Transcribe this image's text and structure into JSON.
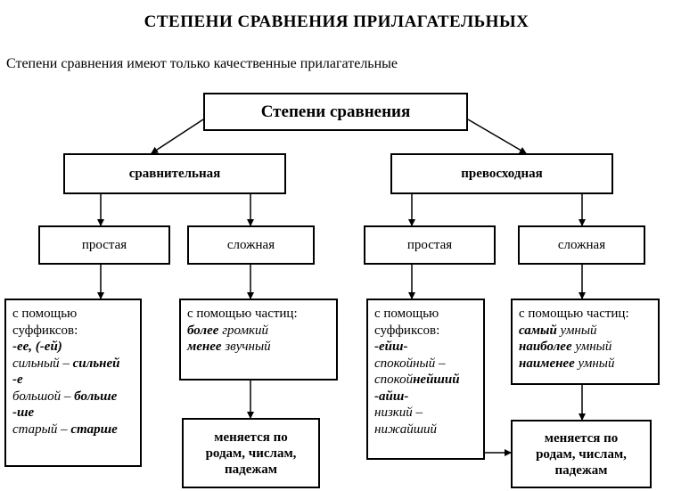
{
  "title": "СТЕПЕНИ СРАВНЕНИЯ ПРИЛАГАТЕЛЬНЫХ",
  "subtitle": "Степени сравнения имеют только качественные прилагательные",
  "root": "Степени сравнения",
  "comparative": {
    "label": "сравнительная",
    "simple": {
      "label": "простая",
      "lines": [
        {
          "parts": [
            {
              "t": "с помощью",
              "s": "n"
            }
          ]
        },
        {
          "parts": [
            {
              "t": "суффиксов:",
              "s": "n"
            }
          ]
        },
        {
          "parts": [
            {
              "t": "-ее, (-ей)",
              "s": "bi"
            }
          ]
        },
        {
          "parts": [
            {
              "t": "сильный – ",
              "s": "i"
            },
            {
              "t": "сильней",
              "s": "bi"
            }
          ]
        },
        {
          "parts": [
            {
              "t": "-е",
              "s": "bi"
            }
          ]
        },
        {
          "parts": [
            {
              "t": "большой – ",
              "s": "i"
            },
            {
              "t": "больше",
              "s": "bi"
            }
          ]
        },
        {
          "parts": [
            {
              "t": "-ше",
              "s": "bi"
            }
          ]
        },
        {
          "parts": [
            {
              "t": "старый – ",
              "s": "i"
            },
            {
              "t": "старше",
              "s": "bi"
            }
          ]
        }
      ]
    },
    "complex": {
      "label": "сложная",
      "lines": [
        {
          "parts": [
            {
              "t": "с помощью частиц:",
              "s": "n"
            }
          ]
        },
        {
          "parts": [
            {
              "t": "более ",
              "s": "bi"
            },
            {
              "t": "громкий",
              "s": "i"
            }
          ]
        },
        {
          "parts": [
            {
              "t": "менее ",
              "s": "bi"
            },
            {
              "t": "звучный",
              "s": "i"
            }
          ]
        }
      ],
      "result": [
        "меняется по",
        "родам, числам,",
        "падежам"
      ]
    }
  },
  "superlative": {
    "label": "превосходная",
    "simple": {
      "label": "простая",
      "lines": [
        {
          "parts": [
            {
              "t": "с помощью",
              "s": "n"
            }
          ]
        },
        {
          "parts": [
            {
              "t": "суффиксов:",
              "s": "n"
            }
          ]
        },
        {
          "parts": [
            {
              "t": "-ейш-",
              "s": "bi"
            }
          ]
        },
        {
          "parts": [
            {
              "t": "спокойный –",
              "s": "i"
            }
          ]
        },
        {
          "parts": [
            {
              "t": "спокой",
              "s": "i"
            },
            {
              "t": "нейший",
              "s": "bi"
            }
          ]
        },
        {
          "parts": [
            {
              "t": "-айш-",
              "s": "bi"
            }
          ]
        },
        {
          "parts": [
            {
              "t": "низкий –",
              "s": "i"
            }
          ]
        },
        {
          "parts": [
            {
              "t": "нижайший",
              "s": "i"
            }
          ]
        }
      ]
    },
    "complex": {
      "label": "сложная",
      "lines": [
        {
          "parts": [
            {
              "t": "с помощью частиц:",
              "s": "n"
            }
          ]
        },
        {
          "parts": [
            {
              "t": "самый ",
              "s": "bi"
            },
            {
              "t": "умный",
              "s": "i"
            }
          ]
        },
        {
          "parts": [
            {
              "t": "наиболее ",
              "s": "bi"
            },
            {
              "t": "умный",
              "s": "i"
            }
          ]
        },
        {
          "parts": [
            {
              "t": "наименее ",
              "s": "bi"
            },
            {
              "t": "умный",
              "s": "i"
            }
          ]
        }
      ],
      "result": [
        "меняется по",
        "родам, числам,",
        "падежам"
      ]
    }
  }
}
